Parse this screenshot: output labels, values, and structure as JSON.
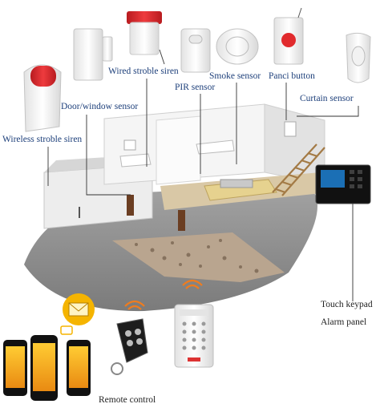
{
  "labels": {
    "wired_strobe_siren": "Wired stroble siren",
    "pir_sensor": "PIR sensor",
    "smoke_sensor": "Smoke sensor",
    "panic_button": "Panci button",
    "curtain_sensor": "Curtain sensor",
    "door_window_sensor": "Door/window sensor",
    "wireless_strobe_siren": "Wireless stroble siren",
    "touch_keypad": "Touch keypad",
    "alarm_panel": "Alarm panel",
    "remote_control": "Remote control"
  },
  "colors": {
    "label_text": "#1d3f7a",
    "leader_line": "#333333",
    "floor": "#8e8e8e",
    "wall": "#f2f2f2",
    "siren_red": "#d8262a",
    "signal_orange": "#f07c1e",
    "email_yellow": "#f5b400",
    "panel_screen": "#1b6fb5"
  },
  "icons": [
    "wired-siren-icon",
    "door-sensor-icon",
    "pir-sensor-icon",
    "smoke-detector-icon",
    "panic-button-icon",
    "curtain-sensor-icon",
    "wireless-siren-icon",
    "alarm-panel-icon",
    "keypad-icon",
    "remote-fob-icon",
    "email-icon",
    "sms-icon",
    "smartphone-icon",
    "wifi-signal-icon"
  ]
}
